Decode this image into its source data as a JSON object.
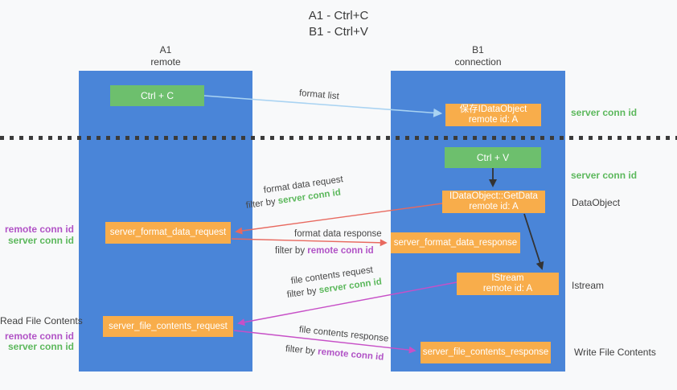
{
  "title": {
    "line1": "A1 - Ctrl+C",
    "line2": "B1 - Ctrl+V"
  },
  "lanes": {
    "left": {
      "name": "A1",
      "subtitle": "remote"
    },
    "right": {
      "name": "B1",
      "subtitle": "connection"
    }
  },
  "nodes": {
    "ctrl_c": {
      "label": "Ctrl + C"
    },
    "ctrl_v": {
      "label": "Ctrl + V"
    },
    "save_dataobject": {
      "line1": "保存IDataObject",
      "line2": "remote id: A"
    },
    "getdata": {
      "line1": "IDataObject::GetData",
      "line2": "remote id: A"
    },
    "format_request": {
      "label": "server_format_data_request"
    },
    "format_response": {
      "label": "server_format_data_response"
    },
    "istream": {
      "line1": "IStream",
      "line2": "remote id: A"
    },
    "file_request": {
      "label": "server_file_contents_request"
    },
    "file_response": {
      "label": "server_file_contents_response"
    }
  },
  "keys": {
    "server": "server conn id",
    "remote": "remote conn id"
  },
  "side_labels": {
    "dataobject": "DataObject",
    "istream": "Istream",
    "read_file": "Read File Contents",
    "write_file": "Write File Contents"
  },
  "flow_labels": {
    "format_list": "format list",
    "format_data_request": "format data request",
    "format_data_response": "format data response",
    "file_contents_request": "file contents request",
    "file_contents_response": "file contents response",
    "filter_by": "filter by"
  },
  "colors": {
    "background": "#f8f9fa",
    "lane_blue": "#4a85d8",
    "green_box": "#6dbf6d",
    "orange_box": "#f8ad4b",
    "green_text": "#5cb85c",
    "purple_text": "#b153c6",
    "red_arrow": "#e8695f",
    "magenta_arrow": "#c750c7",
    "light_blue_arrow": "#a9d3f2",
    "black_arrow": "#333333"
  }
}
